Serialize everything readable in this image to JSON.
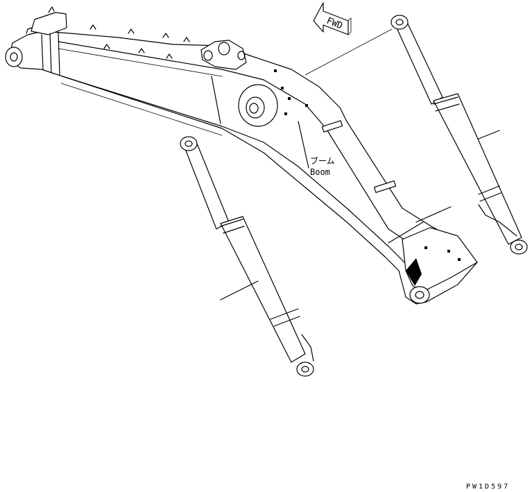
{
  "labels": {
    "fwd": "FWD",
    "boom_jp": "ブーム",
    "boom_en": "Boom",
    "drawing_number": "PW1D597"
  },
  "colors": {
    "line": "#000000",
    "background": "#ffffff"
  }
}
